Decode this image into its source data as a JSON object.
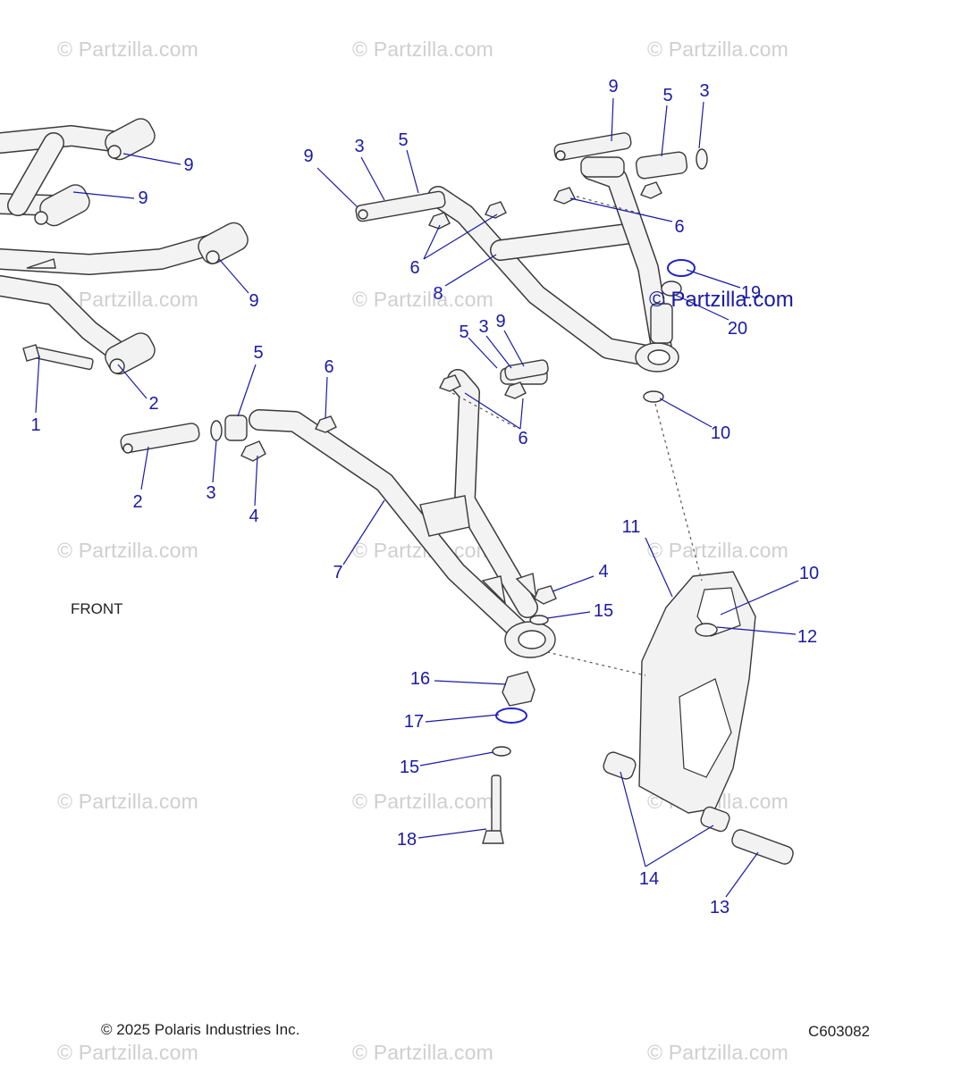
{
  "watermarks": {
    "text": "© Partzilla.com",
    "brand_overlay": "© Partzilla.com"
  },
  "callouts": [
    {
      "id": "c1",
      "label": "1"
    },
    {
      "id": "c2a",
      "label": "2"
    },
    {
      "id": "c2b",
      "label": "2"
    },
    {
      "id": "c3a",
      "label": "3"
    },
    {
      "id": "c3b",
      "label": "3"
    },
    {
      "id": "c3c",
      "label": "3"
    },
    {
      "id": "c3d",
      "label": "3"
    },
    {
      "id": "c4a",
      "label": "4"
    },
    {
      "id": "c4b",
      "label": "4"
    },
    {
      "id": "c5a",
      "label": "5"
    },
    {
      "id": "c5b",
      "label": "5"
    },
    {
      "id": "c5c",
      "label": "5"
    },
    {
      "id": "c5d",
      "label": "5"
    },
    {
      "id": "c6a",
      "label": "6"
    },
    {
      "id": "c6b",
      "label": "6"
    },
    {
      "id": "c6c",
      "label": "6"
    },
    {
      "id": "c6d",
      "label": "6"
    },
    {
      "id": "c7",
      "label": "7"
    },
    {
      "id": "c8",
      "label": "8"
    },
    {
      "id": "c9a",
      "label": "9"
    },
    {
      "id": "c9b",
      "label": "9"
    },
    {
      "id": "c9c",
      "label": "9"
    },
    {
      "id": "c9d",
      "label": "9"
    },
    {
      "id": "c9e",
      "label": "9"
    },
    {
      "id": "c9f",
      "label": "9"
    },
    {
      "id": "c10a",
      "label": "10"
    },
    {
      "id": "c10b",
      "label": "10"
    },
    {
      "id": "c11",
      "label": "11"
    },
    {
      "id": "c12",
      "label": "12"
    },
    {
      "id": "c13",
      "label": "13"
    },
    {
      "id": "c14",
      "label": "14"
    },
    {
      "id": "c15a",
      "label": "15"
    },
    {
      "id": "c15b",
      "label": "15"
    },
    {
      "id": "c16",
      "label": "16"
    },
    {
      "id": "c17",
      "label": "17"
    },
    {
      "id": "c18",
      "label": "18"
    },
    {
      "id": "c19",
      "label": "19"
    },
    {
      "id": "c20",
      "label": "20"
    }
  ],
  "notes": {
    "front": "FRONT",
    "copyright": "© 2025 Polaris Industries Inc.",
    "drawing_number": "C603082"
  }
}
